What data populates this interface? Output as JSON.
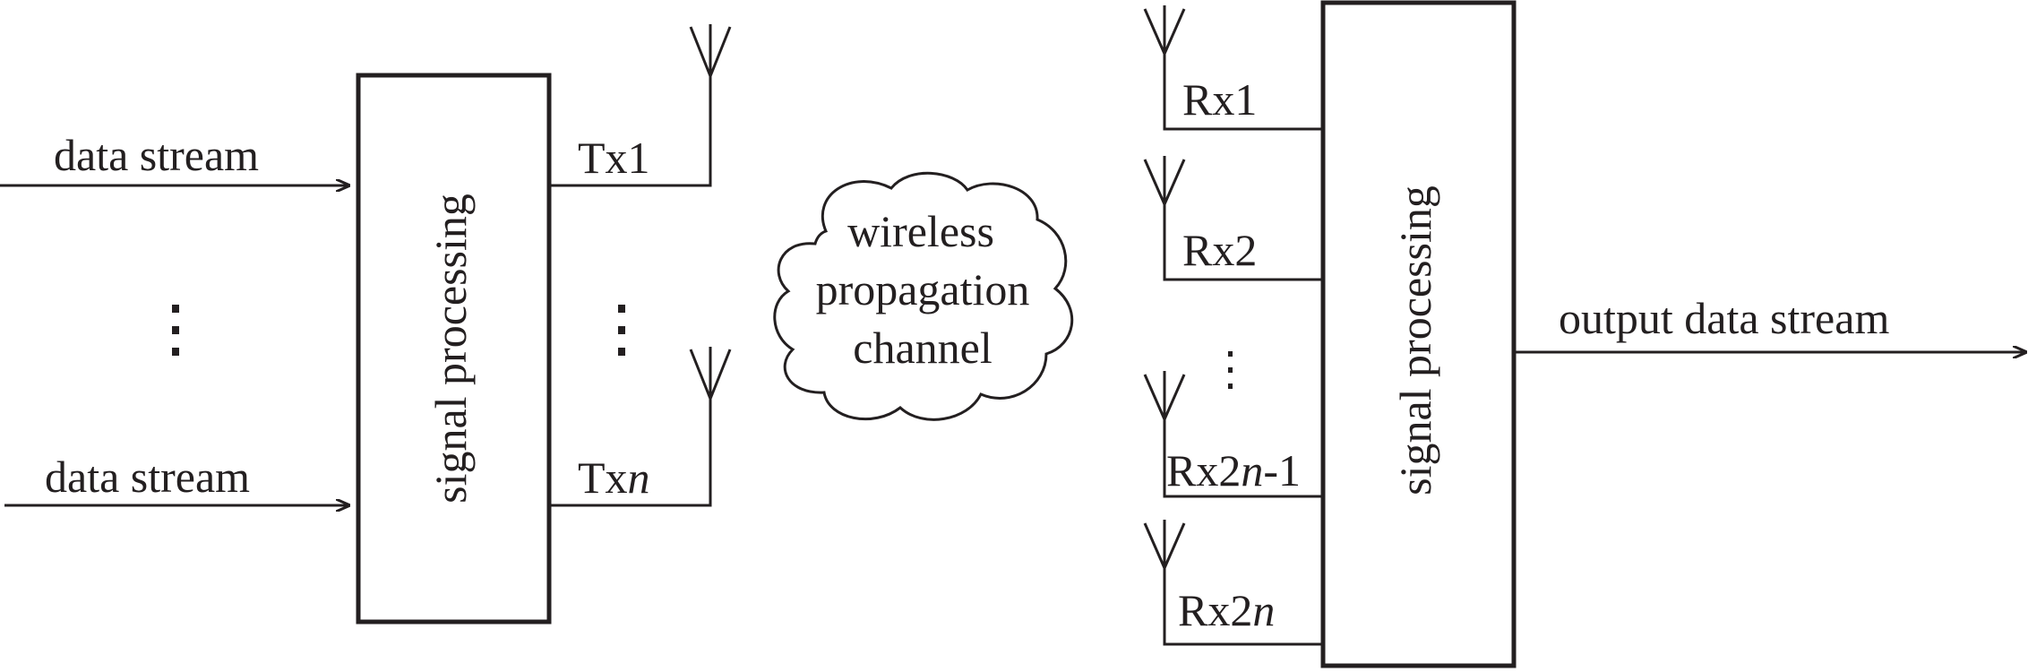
{
  "inputs": [
    {
      "label": "data stream"
    },
    {
      "label": "data stream"
    }
  ],
  "tx_block": {
    "label": "signal processing"
  },
  "tx_antennas": [
    {
      "base": "Tx",
      "index": "1"
    },
    {
      "base": "Tx",
      "index": "n"
    }
  ],
  "channel": {
    "lines": [
      "wireless",
      "propagation",
      "channel"
    ]
  },
  "rx_antennas": [
    {
      "base": "Rx",
      "index": "1",
      "suffix": ""
    },
    {
      "base": "Rx",
      "index": "2",
      "suffix": ""
    },
    {
      "base": "Rx2",
      "index": "n",
      "suffix": "-1"
    },
    {
      "base": "Rx2",
      "index": "n",
      "suffix": ""
    }
  ],
  "rx_block": {
    "label": "signal processing"
  },
  "output": {
    "label": "output data stream"
  }
}
